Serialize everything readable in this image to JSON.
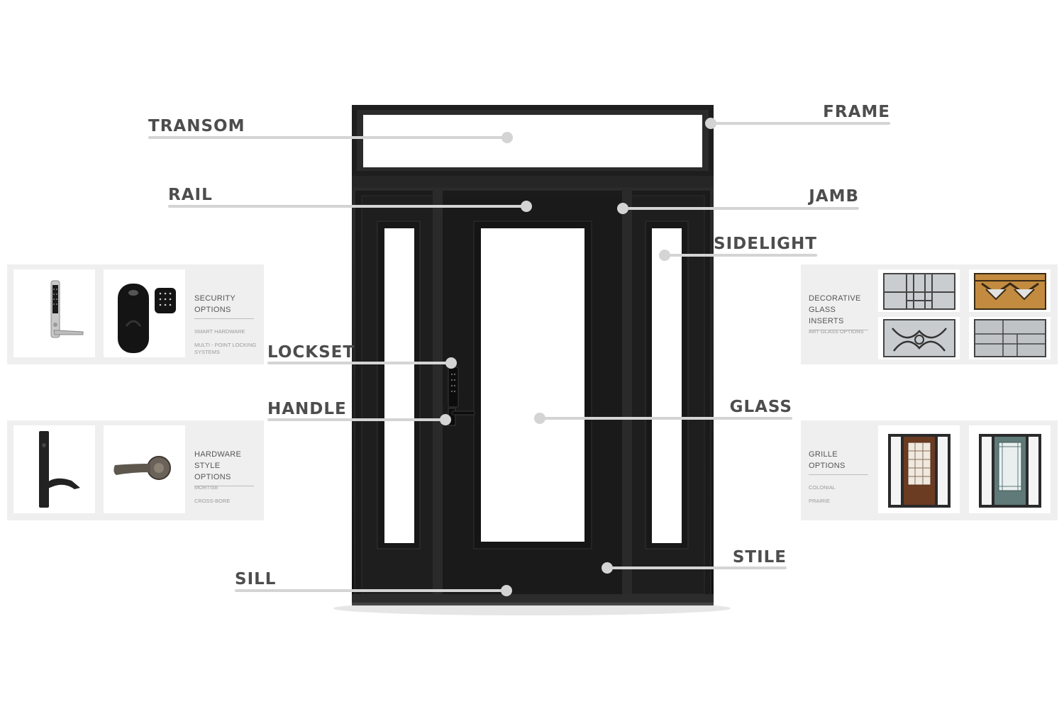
{
  "labels": {
    "transom": "TRANSOM",
    "frame": "FRAME",
    "rail": "RAIL",
    "jamb": "JAMB",
    "sidelight": "SIDELIGHT",
    "lockset": "LOCKSET",
    "handle": "HANDLE",
    "glass": "GLASS",
    "stile": "STILE",
    "sill": "SILL"
  },
  "panels": {
    "security": {
      "title_line1": "SECURITY",
      "title_line2": "OPTIONS",
      "items": [
        "SMART HARDWARE",
        "MULTI - POINT LOCKING SYSTEMS"
      ]
    },
    "hardware": {
      "title_line1": "HARDWARE",
      "title_line2": "STYLE OPTIONS",
      "items": [
        "MORTISE",
        "CROSS-BORE"
      ]
    },
    "glass_inserts": {
      "title_line1": "DECORATIVE",
      "title_line2": "GLASS INSERTS",
      "items": [
        "ART GLASS OPTIONS"
      ]
    },
    "grille": {
      "title_line1": "GRILLE",
      "title_line2": "OPTIONS",
      "items": [
        "COLONIAL",
        "PRAIRIE"
      ]
    }
  },
  "colors": {
    "door": "#1c1c1c",
    "callout_text": "#4d4d4d",
    "leader": "#d4d4d4",
    "panel_bg": "#efefef"
  },
  "icons": [
    "smart-keypad-lock-icon",
    "deadbolt-keypad-icon",
    "mortise-handle-icon",
    "lever-handle-icon",
    "art-glass-icon",
    "colonial-door-icon",
    "prairie-door-icon"
  ]
}
